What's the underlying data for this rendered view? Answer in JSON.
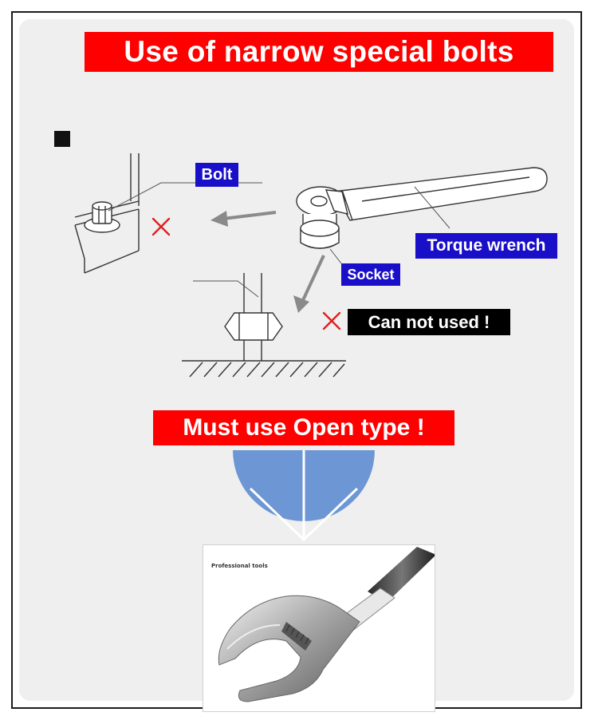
{
  "title": "Use of narrow special bolts",
  "labels": {
    "bolt": "Bolt",
    "torque_wrench": "Torque wrench",
    "socket": "Socket",
    "cannot_used": "Can not  used !"
  },
  "must_use": "Must use Open type !",
  "photo_caption": "Professional tools",
  "icons": {
    "wrong": "red-cross-icon",
    "arrow": "gray-arrow-icon",
    "down": "down-chevron-circle-icon"
  },
  "colors": {
    "banner_red": "#ff0000",
    "label_blue": "#1a0fc9",
    "label_black": "#000000",
    "cross_red": "#e02020",
    "circle_blue": "#6d96d4",
    "panel_gray": "#efefef"
  }
}
